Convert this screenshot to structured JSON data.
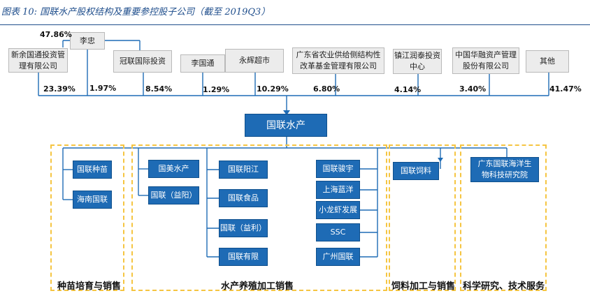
{
  "title": "图表 10:  国联水产股权结构及重要参控股子公司（截至 2019Q3）",
  "shareholders": {
    "lizhong": "李忠",
    "xinyu": "新余国通投资管理有限公司",
    "guanlian": "冠联国际投资",
    "liguotong": "李国通",
    "yonghui": "永辉超市",
    "guangdong_fund": "广东省农业供给侧结构性改革基金管理有限公司",
    "zhenjiang": "镇江润泰投资中心",
    "huarong": "中国华融资产管理股份有限公司",
    "others": "其他"
  },
  "percentages": {
    "lizhong_xinyu": "47.86%",
    "xinyu": "23.39%",
    "lizhong": "1.97%",
    "guanlian": "8.54%",
    "liguotong": "1.29%",
    "yonghui": "10.29%",
    "guangdong_fund": "6.80%",
    "zhenjiang": "4.14%",
    "huarong": "3.40%",
    "others": "41.47%"
  },
  "main_company": "国联水产",
  "subsidiaries": {
    "seed": [
      "国联种苗",
      "海南国联"
    ],
    "aqua_left": [
      "国美水产",
      "国联（益阳）"
    ],
    "aqua_mid": [
      "国联阳江",
      "国联食品",
      "国联（益利）",
      "国联有限"
    ],
    "aqua_right": [
      "国联骏宇",
      "上海蓝洋",
      "小龙虾发展",
      "SSC",
      "广州国联"
    ],
    "feed": [
      "国联饲料"
    ],
    "research": [
      "广东国联海洋生物科技研究院"
    ]
  },
  "groups": {
    "seed": "种苗培育与销售",
    "aqua": "水产养殖加工销售",
    "feed": "饲料加工与销售",
    "research": "科学研究、技术服务"
  }
}
